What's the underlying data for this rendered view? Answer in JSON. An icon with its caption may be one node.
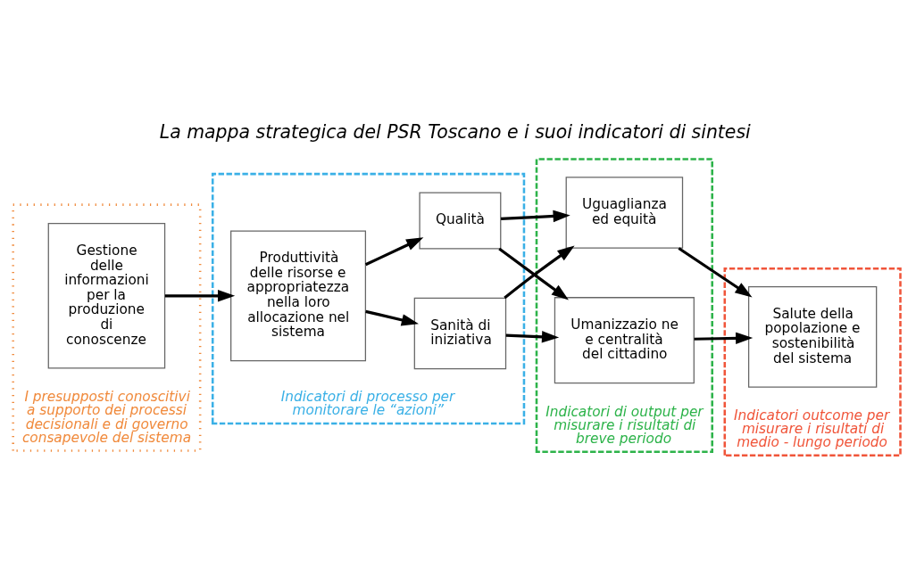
{
  "diagram": {
    "title": "La mappa strategica del PSR Toscano e i suoi indicatori di sintesi",
    "nodes": [
      {
        "text": [
          "I presupposti conoscitivi a supporto dei processi decisionali e di governo consapevole del sistema"
        ]
      },
      {
        "text": [
          "Gestione delle informazioni per la produzione di conoscenze"
        ],
        "in": 0
      },
      {
        "text": [
          "Indicatori di processo per monitorare le “azioni”"
        ]
      },
      {
        "text": [
          "Produttività delle risorse e appropriatezza nella loro allocazione nel sistema"
        ],
        "in": 2
      },
      {
        "text": [
          "Sanità di iniziativa"
        ],
        "in": 2
      },
      {
        "text": [
          "Qualità"
        ],
        "in": 2
      },
      {
        "text": [
          "Indicatori di output per misurare i risultati di breve periodo"
        ]
      },
      {
        "text": [
          "Uguaglianza ed equità"
        ],
        "in": 6
      },
      {
        "text": [
          "Umanizzazio ne e centralità del cittadino"
        ],
        "in": 6
      },
      {
        "text": [
          "Indicatori outcome per misurare i risultati di medio - lungo periodo"
        ]
      },
      {
        "text": [
          "Salute della popolazione e sostenibilità del sistema"
        ],
        "in": 9
      }
    ],
    "edges": [
      {
        "from": 1,
        "to": 3,
        "arrow": "to"
      },
      {
        "from": 3,
        "to": 4,
        "arrow": "to"
      },
      {
        "from": 3,
        "to": 5,
        "arrow": "to"
      },
      {
        "from": 4,
        "to": 7,
        "arrow": "to"
      },
      {
        "from": 4,
        "to": 8,
        "arrow": "to"
      },
      {
        "from": 5,
        "to": 7,
        "arrow": "to"
      },
      {
        "from": 5,
        "to": 8,
        "arrow": "to"
      },
      {
        "from": 7,
        "to": 10,
        "arrow": "to"
      },
      {
        "from": 8,
        "to": 10,
        "arrow": "to"
      }
    ]
  }
}
